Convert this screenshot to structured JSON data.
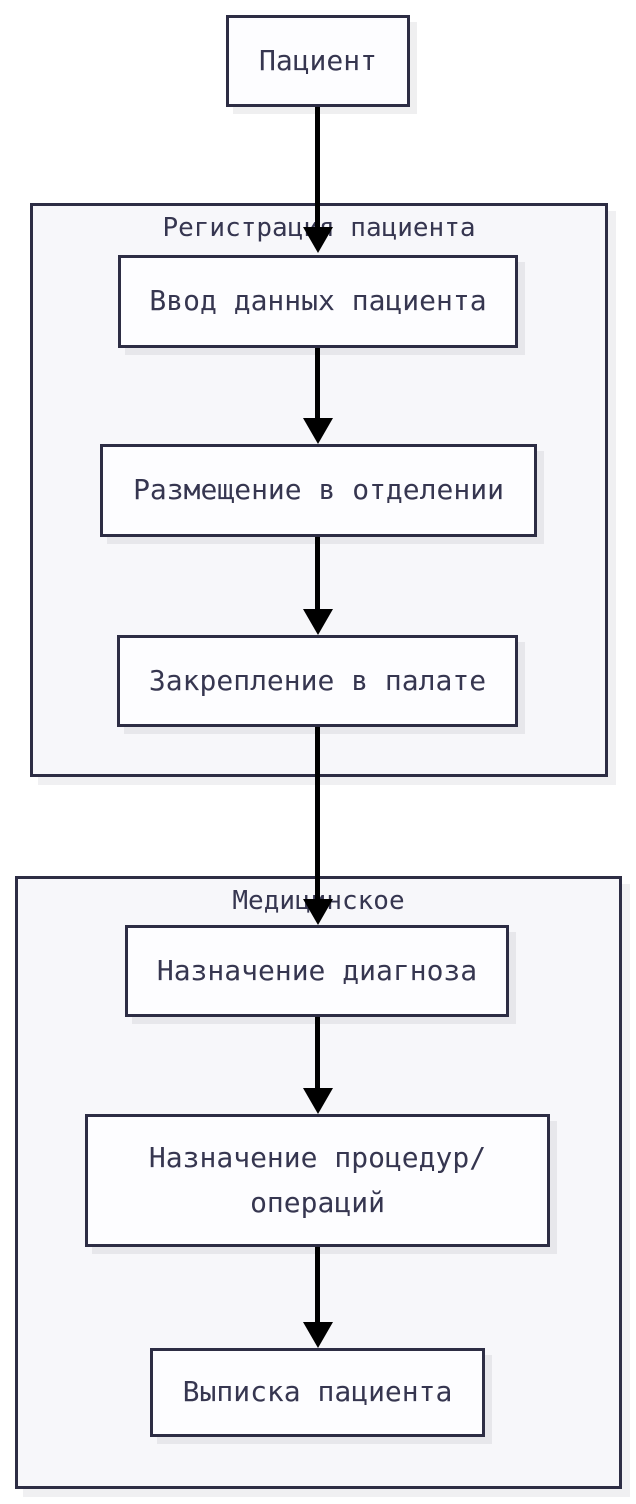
{
  "diagram": {
    "type": "flowchart",
    "direction": "top-down",
    "colors": {
      "background": "#ffffff",
      "node_fill": "#fdfdff",
      "node_border": "#2d2d44",
      "group_fill": "#f7f7fa",
      "group_border": "#2d2d44",
      "text": "#363650",
      "arrow": "#000000"
    },
    "start_node": {
      "label": "Пациент"
    },
    "groups": [
      {
        "label": "Регистрация пациента",
        "nodes": [
          {
            "label": "Ввод данных пациента"
          },
          {
            "label": "Размещение в отделении"
          },
          {
            "label": "Закрепление в палате"
          }
        ]
      },
      {
        "label": "Медицинское",
        "nodes": [
          {
            "label": "Назначение диагноза"
          },
          {
            "label": "Назначение процедур/ операций"
          },
          {
            "label": "Выписка пациента"
          }
        ]
      }
    ],
    "edges": [
      {
        "from": "Пациент",
        "to": "Ввод данных пациента"
      },
      {
        "from": "Ввод данных пациента",
        "to": "Размещение в отделении"
      },
      {
        "from": "Размещение в отделении",
        "to": "Закрепление в палате"
      },
      {
        "from": "Закрепление в палате",
        "to": "Назначение диагноза"
      },
      {
        "from": "Назначение диагноза",
        "to": "Назначение процедур/ операций"
      },
      {
        "from": "Назначение процедур/ операций",
        "to": "Выписка пациента"
      }
    ]
  }
}
